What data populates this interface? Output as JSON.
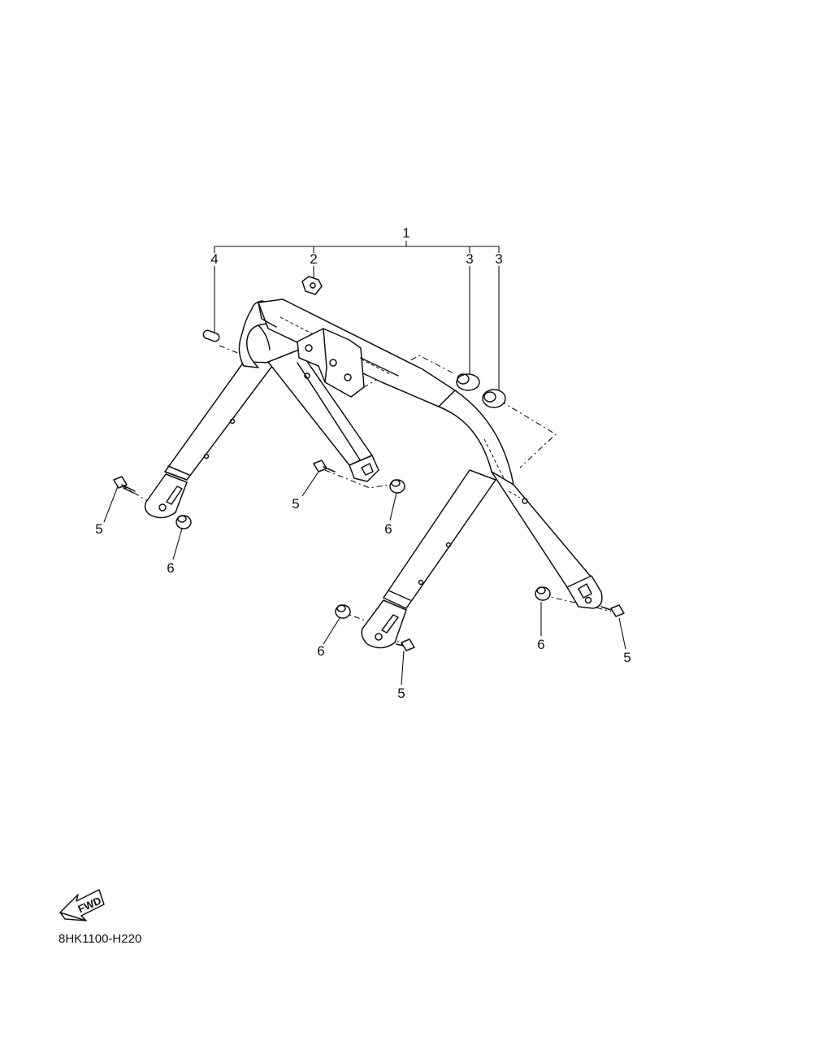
{
  "callouts": {
    "c1": "1",
    "c2": "2",
    "c3a": "3",
    "c3b": "3",
    "c4": "4",
    "c5a": "5",
    "c5b": "5",
    "c5c": "5",
    "c5d": "5",
    "c6a": "6",
    "c6b": "6",
    "c6c": "6",
    "c6d": "6"
  },
  "fwd_label": "FWD",
  "diagram_code": "8HK1100-H220"
}
